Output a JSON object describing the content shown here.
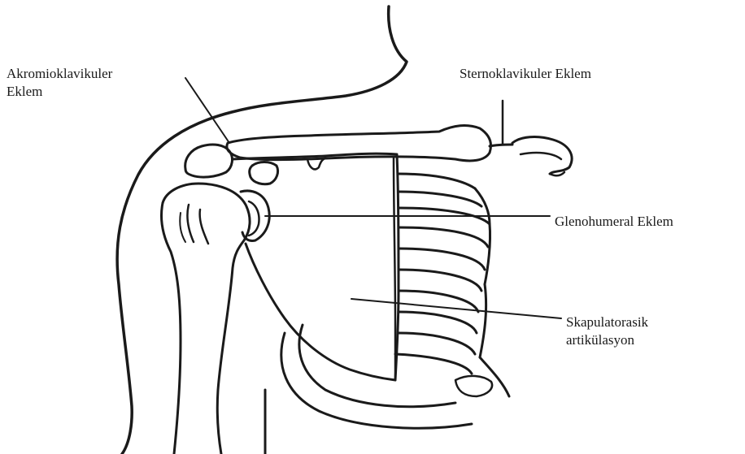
{
  "labels": {
    "acromioclavicular_line1": "Akromioklavikuler",
    "acromioclavicular_line2": "Eklem",
    "sternoclavicular": "Sternoklavikuler Eklem",
    "glenohumeral": "Glenohumeral Eklem",
    "scapulothoracic_line1": "Skapulatorasik",
    "scapulothoracic_line2": "artikülasyon"
  },
  "colors": {
    "ink": "#1a1a1a",
    "background": "#ffffff"
  }
}
